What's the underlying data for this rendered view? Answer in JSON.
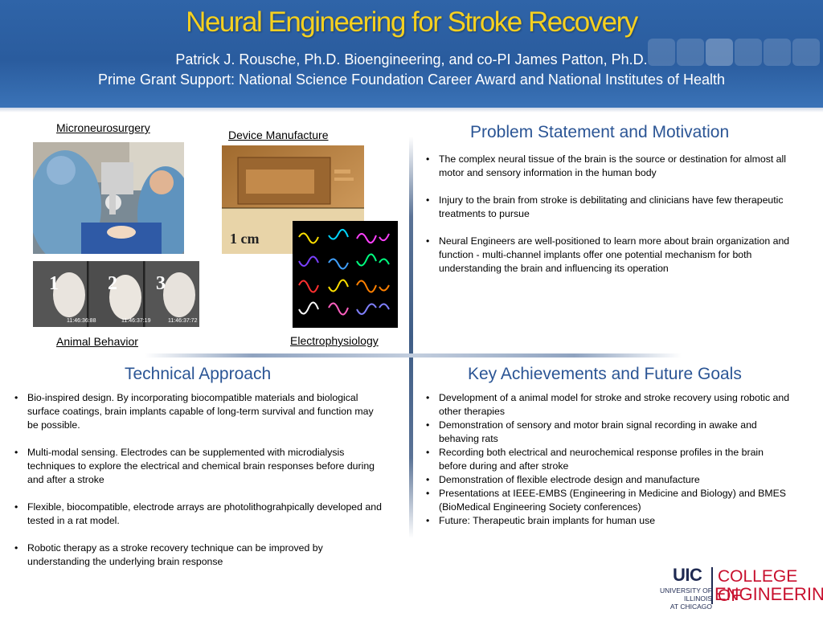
{
  "header": {
    "title": "Neural Engineering for Stroke Recovery",
    "subtitle_line1": "Patrick J. Rousche, Ph.D. Bioengineering, and co-PI James Patton, Ph.D.",
    "subtitle_line2": "Prime Grant Support: National Science Foundation Career Award and National Institutes of Health"
  },
  "figures": {
    "microneurosurgery": "Microneurosurgery",
    "device_manufacture": "Device Manufacture",
    "animal_behavior": "Animal Behavior",
    "electrophysiology": "Electrophysiology",
    "frame_labels": [
      "1",
      "2",
      "3"
    ],
    "frame_timestamps": [
      "11:46:36:88",
      "11:46:37:19",
      "11:46:37:72"
    ],
    "ruler_label": "1 cm"
  },
  "problem": {
    "heading": "Problem Statement and Motivation",
    "bullets": [
      "The complex neural tissue of the brain is the source or destination for almost all motor and sensory information in the human body",
      "Injury to the brain from stroke is debilitating and clinicians have few therapeutic treatments to pursue",
      "Neural Engineers are well-positioned to learn more about brain organization and function - multi-channel implants offer one potential mechanism for both understanding the brain and influencing its operation"
    ]
  },
  "technical": {
    "heading": "Technical Approach",
    "bullets": [
      "Bio-inspired design.  By incorporating biocompatible materials and biological surface coatings, brain implants capable of long-term survival and function may be possible.",
      "Multi-modal sensing.  Electrodes can be supplemented with microdialysis techniques to explore the electrical and chemical brain responses before during and after a stroke",
      "Flexible, biocompatible, electrode arrays are photolithograhpically developed and tested in a rat model.",
      "Robotic therapy as a stroke recovery technique can be improved by understanding the underlying brain response"
    ]
  },
  "achievements": {
    "heading": "Key Achievements and Future Goals",
    "bullets": [
      "Development of a animal model for stroke and stroke recovery using robotic and other therapies",
      "Demonstration of sensory and motor brain signal recording in awake and behaving rats",
      "Recording both electrical and neurochemical response profiles in the brain before during and after stroke",
      "Demonstration of flexible electrode design and manufacture",
      "Presentations at IEEE-EMBS (Engineering in Medicine and Biology) and BMES (BioMedical Engineering Society conferences)",
      "Future:  Therapeutic brain implants for human use"
    ]
  },
  "logo": {
    "uic": "UIC",
    "college": "COLLEGE OF",
    "engineering": "ENGINEERING",
    "university_line1": "UNIVERSITY OF ILLINOIS",
    "university_line2": "AT CHICAGO"
  },
  "colors": {
    "banner": "#2f64a8",
    "title": "#f5d020",
    "heading": "#2b5595",
    "logo_navy": "#1f2a52",
    "logo_red": "#c8102e"
  }
}
